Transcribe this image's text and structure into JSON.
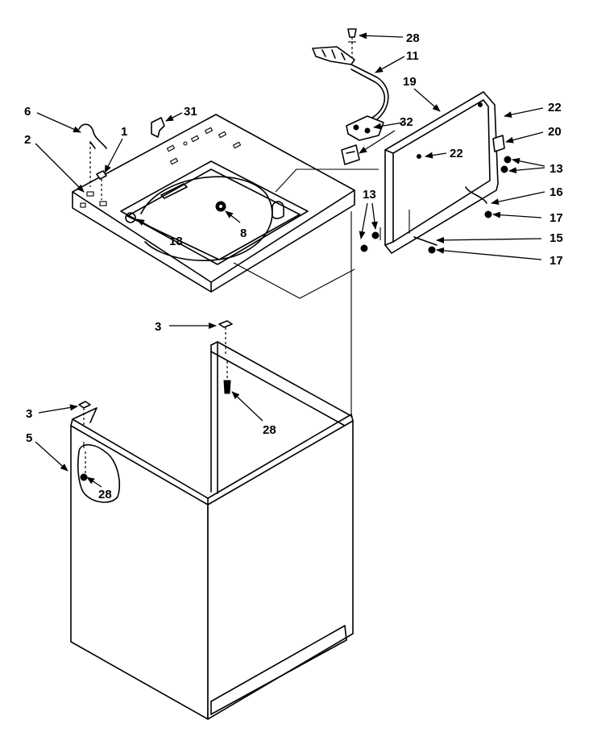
{
  "callouts": {
    "c28_top": "28",
    "c11": "11",
    "c19": "19",
    "c22_top": "22",
    "c32": "32",
    "c20": "20",
    "c22_mid": "22",
    "c13_right": "13",
    "c13_left": "13",
    "c16": "16",
    "c17_top": "17",
    "c15": "15",
    "c17_bot": "17",
    "c6": "6",
    "c31": "31",
    "c1": "1",
    "c2": "2",
    "c18": "18",
    "c8": "8",
    "c3_top": "3",
    "c28_mid": "28",
    "c3_left": "3",
    "c5": "5",
    "c28_left": "28"
  }
}
